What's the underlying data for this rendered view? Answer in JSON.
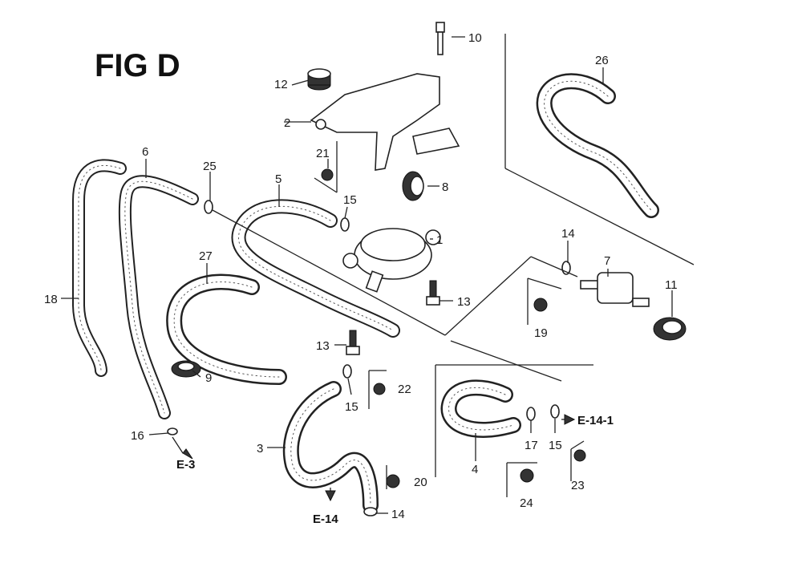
{
  "figure": {
    "title": "FIG D"
  },
  "callouts": [
    {
      "id": "c1",
      "label": "1"
    },
    {
      "id": "c2",
      "label": "2"
    },
    {
      "id": "c3",
      "label": "3"
    },
    {
      "id": "c4",
      "label": "4"
    },
    {
      "id": "c5",
      "label": "5"
    },
    {
      "id": "c6",
      "label": "6"
    },
    {
      "id": "c7",
      "label": "7"
    },
    {
      "id": "c8",
      "label": "8"
    },
    {
      "id": "c9",
      "label": "9"
    },
    {
      "id": "c10",
      "label": "10"
    },
    {
      "id": "c11",
      "label": "11"
    },
    {
      "id": "c12",
      "label": "12"
    },
    {
      "id": "c13a",
      "label": "13"
    },
    {
      "id": "c13b",
      "label": "13"
    },
    {
      "id": "c14a",
      "label": "14"
    },
    {
      "id": "c14b",
      "label": "14"
    },
    {
      "id": "c15a",
      "label": "15"
    },
    {
      "id": "c15b",
      "label": "15"
    },
    {
      "id": "c15c",
      "label": "15"
    },
    {
      "id": "c16",
      "label": "16"
    },
    {
      "id": "c17",
      "label": "17"
    },
    {
      "id": "c18",
      "label": "18"
    },
    {
      "id": "c19",
      "label": "19"
    },
    {
      "id": "c20",
      "label": "20"
    },
    {
      "id": "c21",
      "label": "21"
    },
    {
      "id": "c22",
      "label": "22"
    },
    {
      "id": "c23",
      "label": "23"
    },
    {
      "id": "c24",
      "label": "24"
    },
    {
      "id": "c25",
      "label": "25"
    },
    {
      "id": "c26",
      "label": "26"
    },
    {
      "id": "c27",
      "label": "27"
    }
  ],
  "references": [
    {
      "id": "r1",
      "label": "E-3"
    },
    {
      "id": "r2",
      "label": "E-14"
    },
    {
      "id": "r3",
      "label": "E-14-1"
    }
  ]
}
